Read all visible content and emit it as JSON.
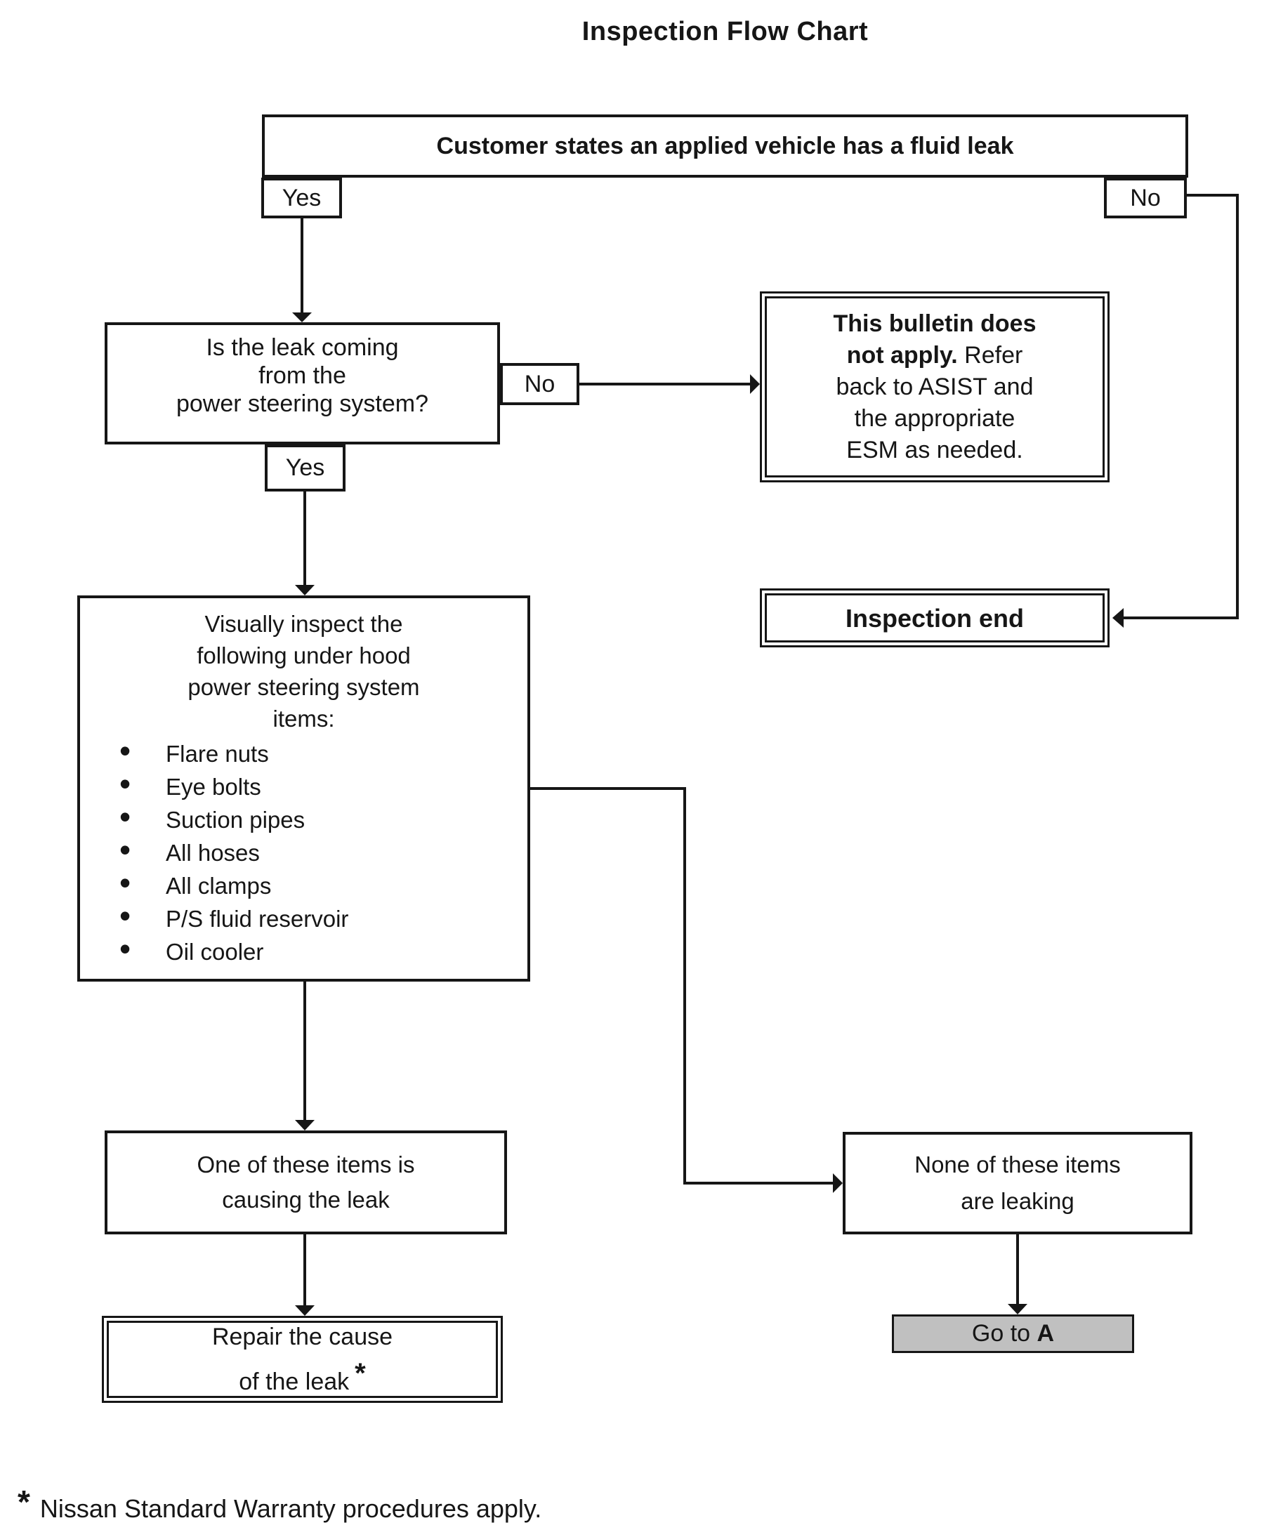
{
  "title": "Inspection Flow Chart",
  "colors": {
    "line": "#161616",
    "goto_fill": "#c0c0c0"
  },
  "nodes": {
    "start": {
      "text": "Customer states an applied vehicle has a fluid leak"
    },
    "start_yes": {
      "label": "Yes"
    },
    "start_no": {
      "label": "No"
    },
    "question": {
      "lines": [
        "Is the leak coming",
        "from the",
        "power steering system?"
      ]
    },
    "question_no": {
      "label": "No"
    },
    "question_yes": {
      "label": "Yes"
    },
    "bulletin": {
      "lines": [
        {
          "bold": "This bulletin does"
        },
        {
          "bold": "not apply.",
          "regular": " Refer"
        },
        {
          "regular": "back to ASIST and"
        },
        {
          "regular": "the appropriate"
        },
        {
          "regular": "ESM as needed."
        }
      ]
    },
    "inspection_end": {
      "text": "Inspection end"
    },
    "inspect": {
      "heading": [
        "Visually inspect the",
        "following under hood",
        "power steering system",
        "items:"
      ],
      "items": [
        "Flare nuts",
        "Eye bolts",
        "Suction pipes",
        "All hoses",
        "All clamps",
        "P/S fluid reservoir",
        "Oil cooler"
      ]
    },
    "one_leaking": {
      "lines": [
        "One of these items is",
        "causing the leak"
      ]
    },
    "none_leaking": {
      "lines": [
        "None of these items",
        "are leaking"
      ]
    },
    "repair": {
      "line1": "Repair the cause",
      "line2": "of the leak",
      "asterisk": "*"
    },
    "goto_a": {
      "prefix": "Go to",
      "bold": "A"
    }
  },
  "footnote": {
    "star": "*",
    "text": "Nissan Standard Warranty procedures apply."
  }
}
